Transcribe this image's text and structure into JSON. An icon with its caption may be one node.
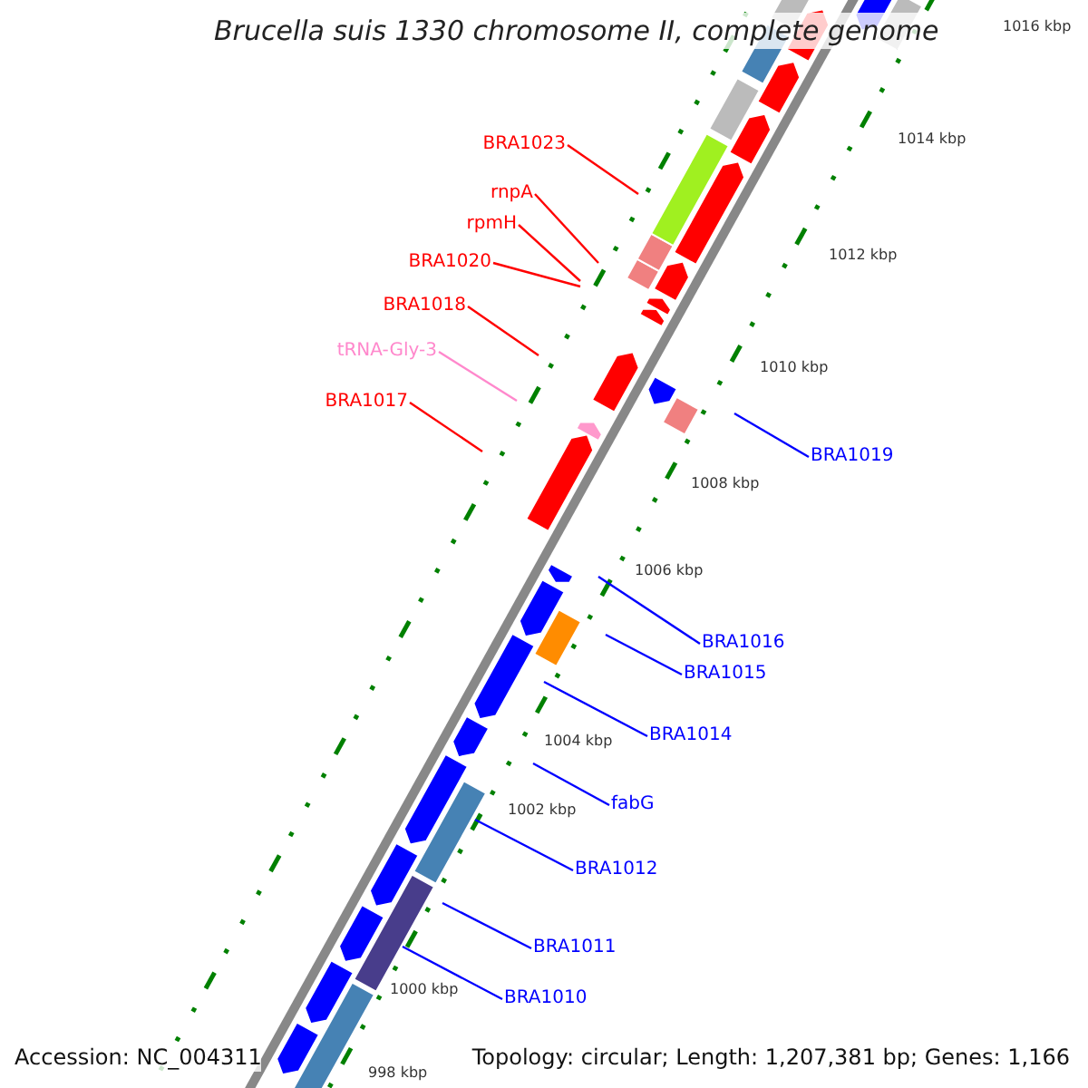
{
  "diagram": {
    "title": "Brucella suis 1330 chromosome II, complete genome",
    "nodes": [
      {
        "text": [
          "BRA1023"
        ]
      },
      {
        "text": [
          "rnpA"
        ]
      },
      {
        "text": [
          "rpmH"
        ]
      },
      {
        "text": [
          "BRA1020"
        ]
      },
      {
        "text": [
          "BRA1018"
        ]
      },
      {
        "text": [
          "tRNA-Gly-3"
        ]
      },
      {
        "text": [
          "BRA1017"
        ]
      },
      {
        "text": [
          "BRA1019"
        ]
      },
      {
        "text": [
          "BRA1016"
        ]
      },
      {
        "text": [
          "BRA1015"
        ]
      },
      {
        "text": [
          "BRA1014"
        ]
      },
      {
        "text": [
          "fabG"
        ]
      },
      {
        "text": [
          "BRA1012"
        ]
      },
      {
        "text": [
          "BRA1011"
        ]
      },
      {
        "text": [
          "BRA1010"
        ]
      }
    ],
    "edges": [
      {
        "from": 0,
        "to": null,
        "arrow": "none",
        "color": "#ff0000"
      },
      {
        "from": 1,
        "to": null,
        "arrow": "none",
        "color": "#ff0000"
      },
      {
        "from": 2,
        "to": null,
        "arrow": "none",
        "color": "#ff0000"
      },
      {
        "from": 3,
        "to": null,
        "arrow": "none",
        "color": "#ff0000"
      },
      {
        "from": 4,
        "to": null,
        "arrow": "none",
        "color": "#ff0000"
      },
      {
        "from": 5,
        "to": null,
        "arrow": "none",
        "color": "#ff88cc"
      },
      {
        "from": 6,
        "to": null,
        "arrow": "none",
        "color": "#ff0000"
      },
      {
        "from": 7,
        "to": null,
        "arrow": "none"
      },
      {
        "from": 8,
        "to": null,
        "arrow": "none"
      },
      {
        "from": 9,
        "to": null,
        "arrow": "none"
      },
      {
        "from": 10,
        "to": null,
        "arrow": "none"
      },
      {
        "from": 11,
        "to": null,
        "arrow": "none"
      },
      {
        "from": 12,
        "to": null,
        "arrow": "none"
      },
      {
        "from": 13,
        "to": null,
        "arrow": "none"
      },
      {
        "from": 14,
        "to": null,
        "arrow": "none"
      }
    ],
    "labels": [
      "1016 kbp",
      "1014 kbp",
      "1012 kbp",
      "1010 kbp",
      "1008 kbp",
      "1006 kbp",
      "1004 kbp",
      "1002 kbp",
      "1000 kbp",
      "998 kbp",
      "Accession: NC_004311",
      "Topology: circular; Length: 1,207,381 bp; Genes: 1,166"
    ]
  }
}
